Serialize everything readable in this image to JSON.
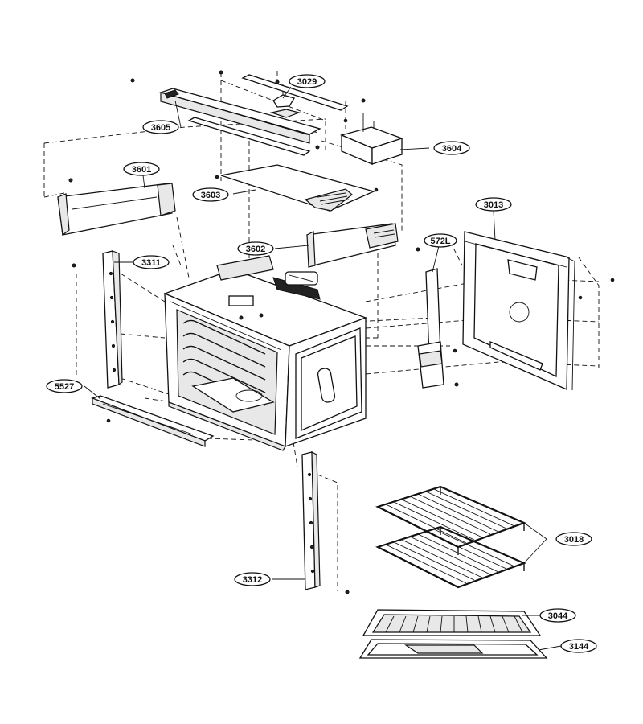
{
  "labels": [
    {
      "id": "3029",
      "text": "3029"
    },
    {
      "id": "3605",
      "text": "3605"
    },
    {
      "id": "3604",
      "text": "3604"
    },
    {
      "id": "3601",
      "text": "3601"
    },
    {
      "id": "3603",
      "text": "3603"
    },
    {
      "id": "3013",
      "text": "3013"
    },
    {
      "id": "3602",
      "text": "3602"
    },
    {
      "id": "572L",
      "text": "572L"
    },
    {
      "id": "3311",
      "text": "3311"
    },
    {
      "id": "5527",
      "text": "5527"
    },
    {
      "id": "3018",
      "text": "3018"
    },
    {
      "id": "3312",
      "text": "3312"
    },
    {
      "id": "3044",
      "text": "3044"
    },
    {
      "id": "3144",
      "text": "3144"
    }
  ]
}
